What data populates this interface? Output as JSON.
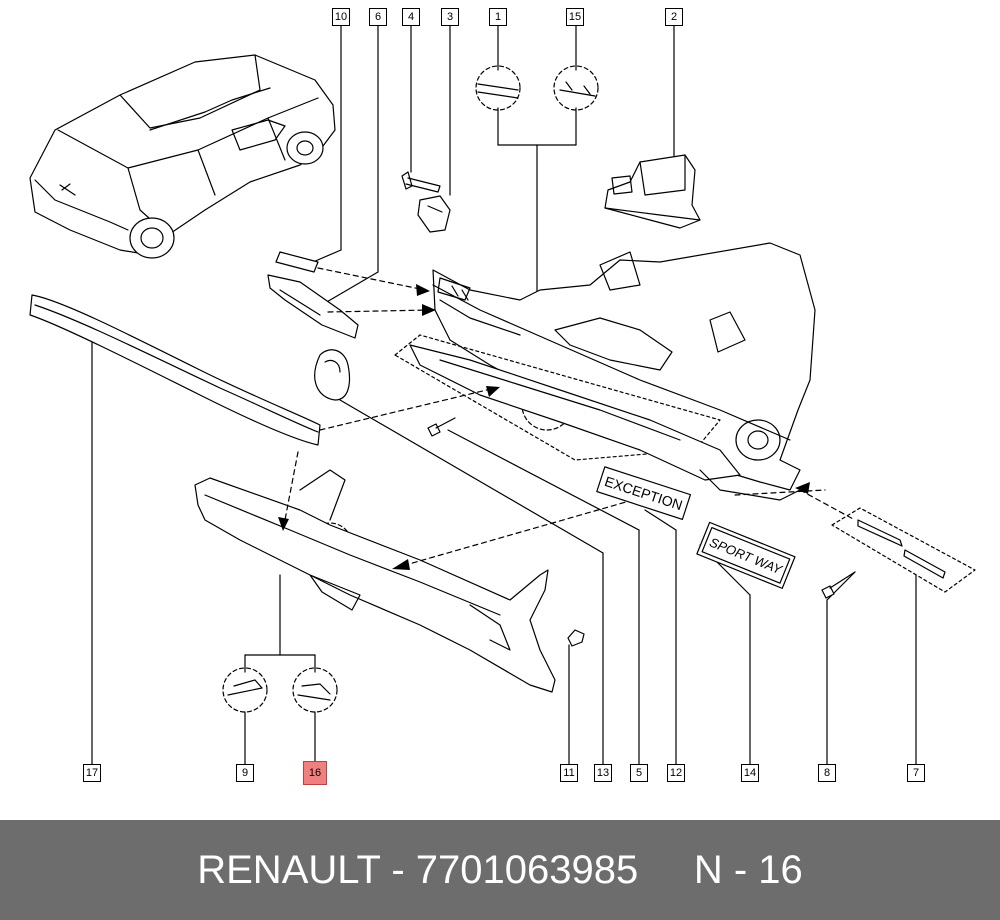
{
  "callouts": [
    {
      "id": "callout-10",
      "label": "10",
      "highlighted": false
    },
    {
      "id": "callout-6",
      "label": "6",
      "highlighted": false
    },
    {
      "id": "callout-4",
      "label": "4",
      "highlighted": false
    },
    {
      "id": "callout-3",
      "label": "3",
      "highlighted": false
    },
    {
      "id": "callout-1",
      "label": "1",
      "highlighted": false
    },
    {
      "id": "callout-15",
      "label": "15",
      "highlighted": false
    },
    {
      "id": "callout-2",
      "label": "2",
      "highlighted": false
    },
    {
      "id": "callout-17",
      "label": "17",
      "highlighted": false
    },
    {
      "id": "callout-9",
      "label": "9",
      "highlighted": false
    },
    {
      "id": "callout-16",
      "label": "16",
      "highlighted": true
    },
    {
      "id": "callout-11",
      "label": "11",
      "highlighted": false
    },
    {
      "id": "callout-13",
      "label": "13",
      "highlighted": false
    },
    {
      "id": "callout-5",
      "label": "5",
      "highlighted": false
    },
    {
      "id": "callout-12",
      "label": "12",
      "highlighted": false
    },
    {
      "id": "callout-14",
      "label": "14",
      "highlighted": false
    },
    {
      "id": "callout-8",
      "label": "8",
      "highlighted": false
    },
    {
      "id": "callout-7",
      "label": "7",
      "highlighted": false
    }
  ],
  "badges": {
    "exception": "EXCEPTION",
    "sport_way": "SPORT WAY"
  },
  "footer": {
    "text": "RENAULT - 7701063985     N - 16"
  },
  "colors": {
    "footer_bg": "#6d6d6d",
    "highlight": "#f08080",
    "line": "#000000"
  }
}
